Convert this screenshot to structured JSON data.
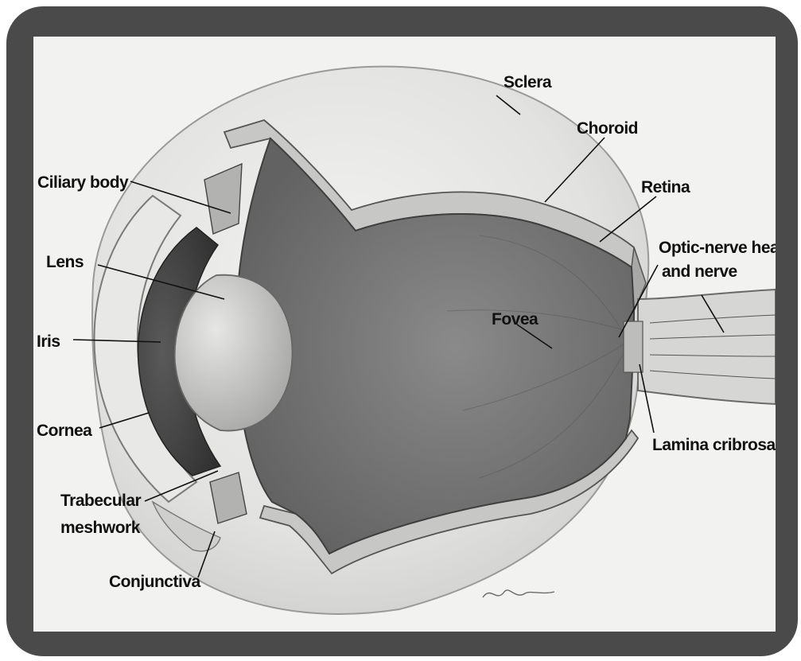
{
  "labels": {
    "sclera": "Sclera",
    "choroid": "Choroid",
    "retina": "Retina",
    "ciliary_body": "Ciliary body",
    "optic_nerve_line1": "Optic-nerve head",
    "optic_nerve_line2": "and nerve",
    "lens": "Lens",
    "fovea": "Fovea",
    "iris": "Iris",
    "cornea": "Cornea",
    "lamina_cribrosa": "Lamina cribrosa",
    "trabecular_line1": "Trabecular",
    "trabecular_line2": "meshwork",
    "conjunctiva": "Conjunctiva"
  },
  "colors": {
    "frame": "#4a4a4a",
    "panel": "#f2f2f0",
    "vitreous": "#7a7a7a",
    "sclera": "#dcdcda",
    "lens": "#c8c8c6"
  }
}
